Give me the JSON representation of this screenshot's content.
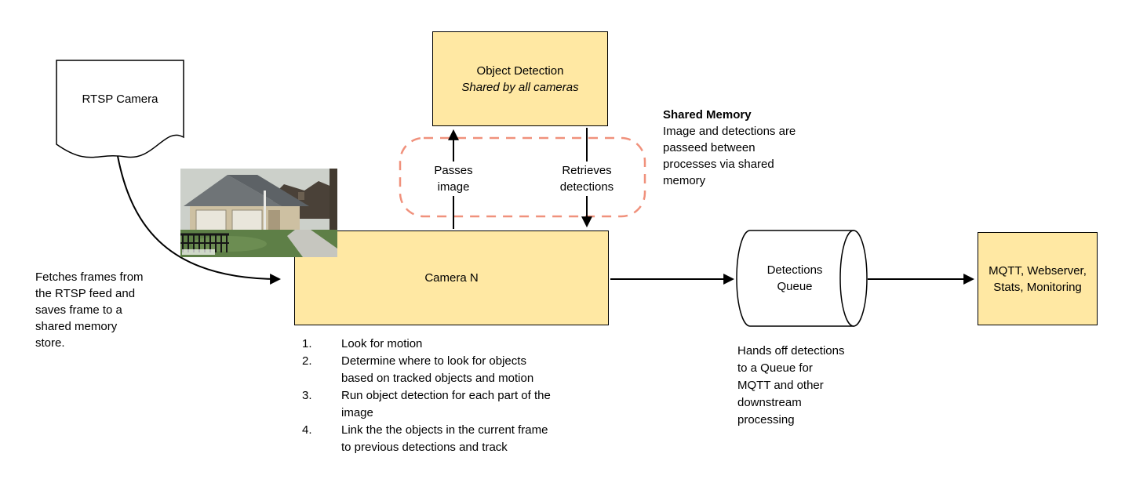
{
  "colors": {
    "box_fill": "#FFE8A3",
    "dash_border": "#F0917C",
    "connector": "#000000"
  },
  "rtsp": {
    "label": "RTSP Camera"
  },
  "fetch_note": {
    "lines": [
      "Fetches frames from",
      "the RTSP feed and",
      "saves frame to a",
      "shared memory",
      "store."
    ]
  },
  "object_detection": {
    "title": "Object Detection",
    "subtitle": "Shared by all cameras"
  },
  "edge_labels": {
    "passes": {
      "lines": [
        "Passes",
        "image"
      ]
    },
    "retrieves": {
      "lines": [
        "Retrieves",
        "detections"
      ]
    }
  },
  "shared_memory": {
    "title": "Shared Memory",
    "lines": [
      "Image and detections are",
      "passeed between",
      "processes via shared",
      "memory"
    ]
  },
  "camera": {
    "label": "Camera N"
  },
  "steps": [
    {
      "num": "1.",
      "lines": [
        "Look for motion"
      ]
    },
    {
      "num": "2.",
      "lines": [
        "Determine where to look for objects",
        "based on tracked objects and motion"
      ]
    },
    {
      "num": "3.",
      "lines": [
        "Run object detection for each part of the",
        "image"
      ]
    },
    {
      "num": "4.",
      "lines": [
        "Link the the objects in the current frame",
        "to previous detections and track"
      ]
    }
  ],
  "queue": {
    "label_lines": [
      "Detections",
      "Queue"
    ],
    "note_lines": [
      "Hands off detections",
      "to a Queue for",
      "MQTT and other",
      "downstream",
      "processing"
    ]
  },
  "sink": {
    "label_lines": [
      "MQTT, Webserver,",
      "Stats, Monitoring"
    ]
  }
}
